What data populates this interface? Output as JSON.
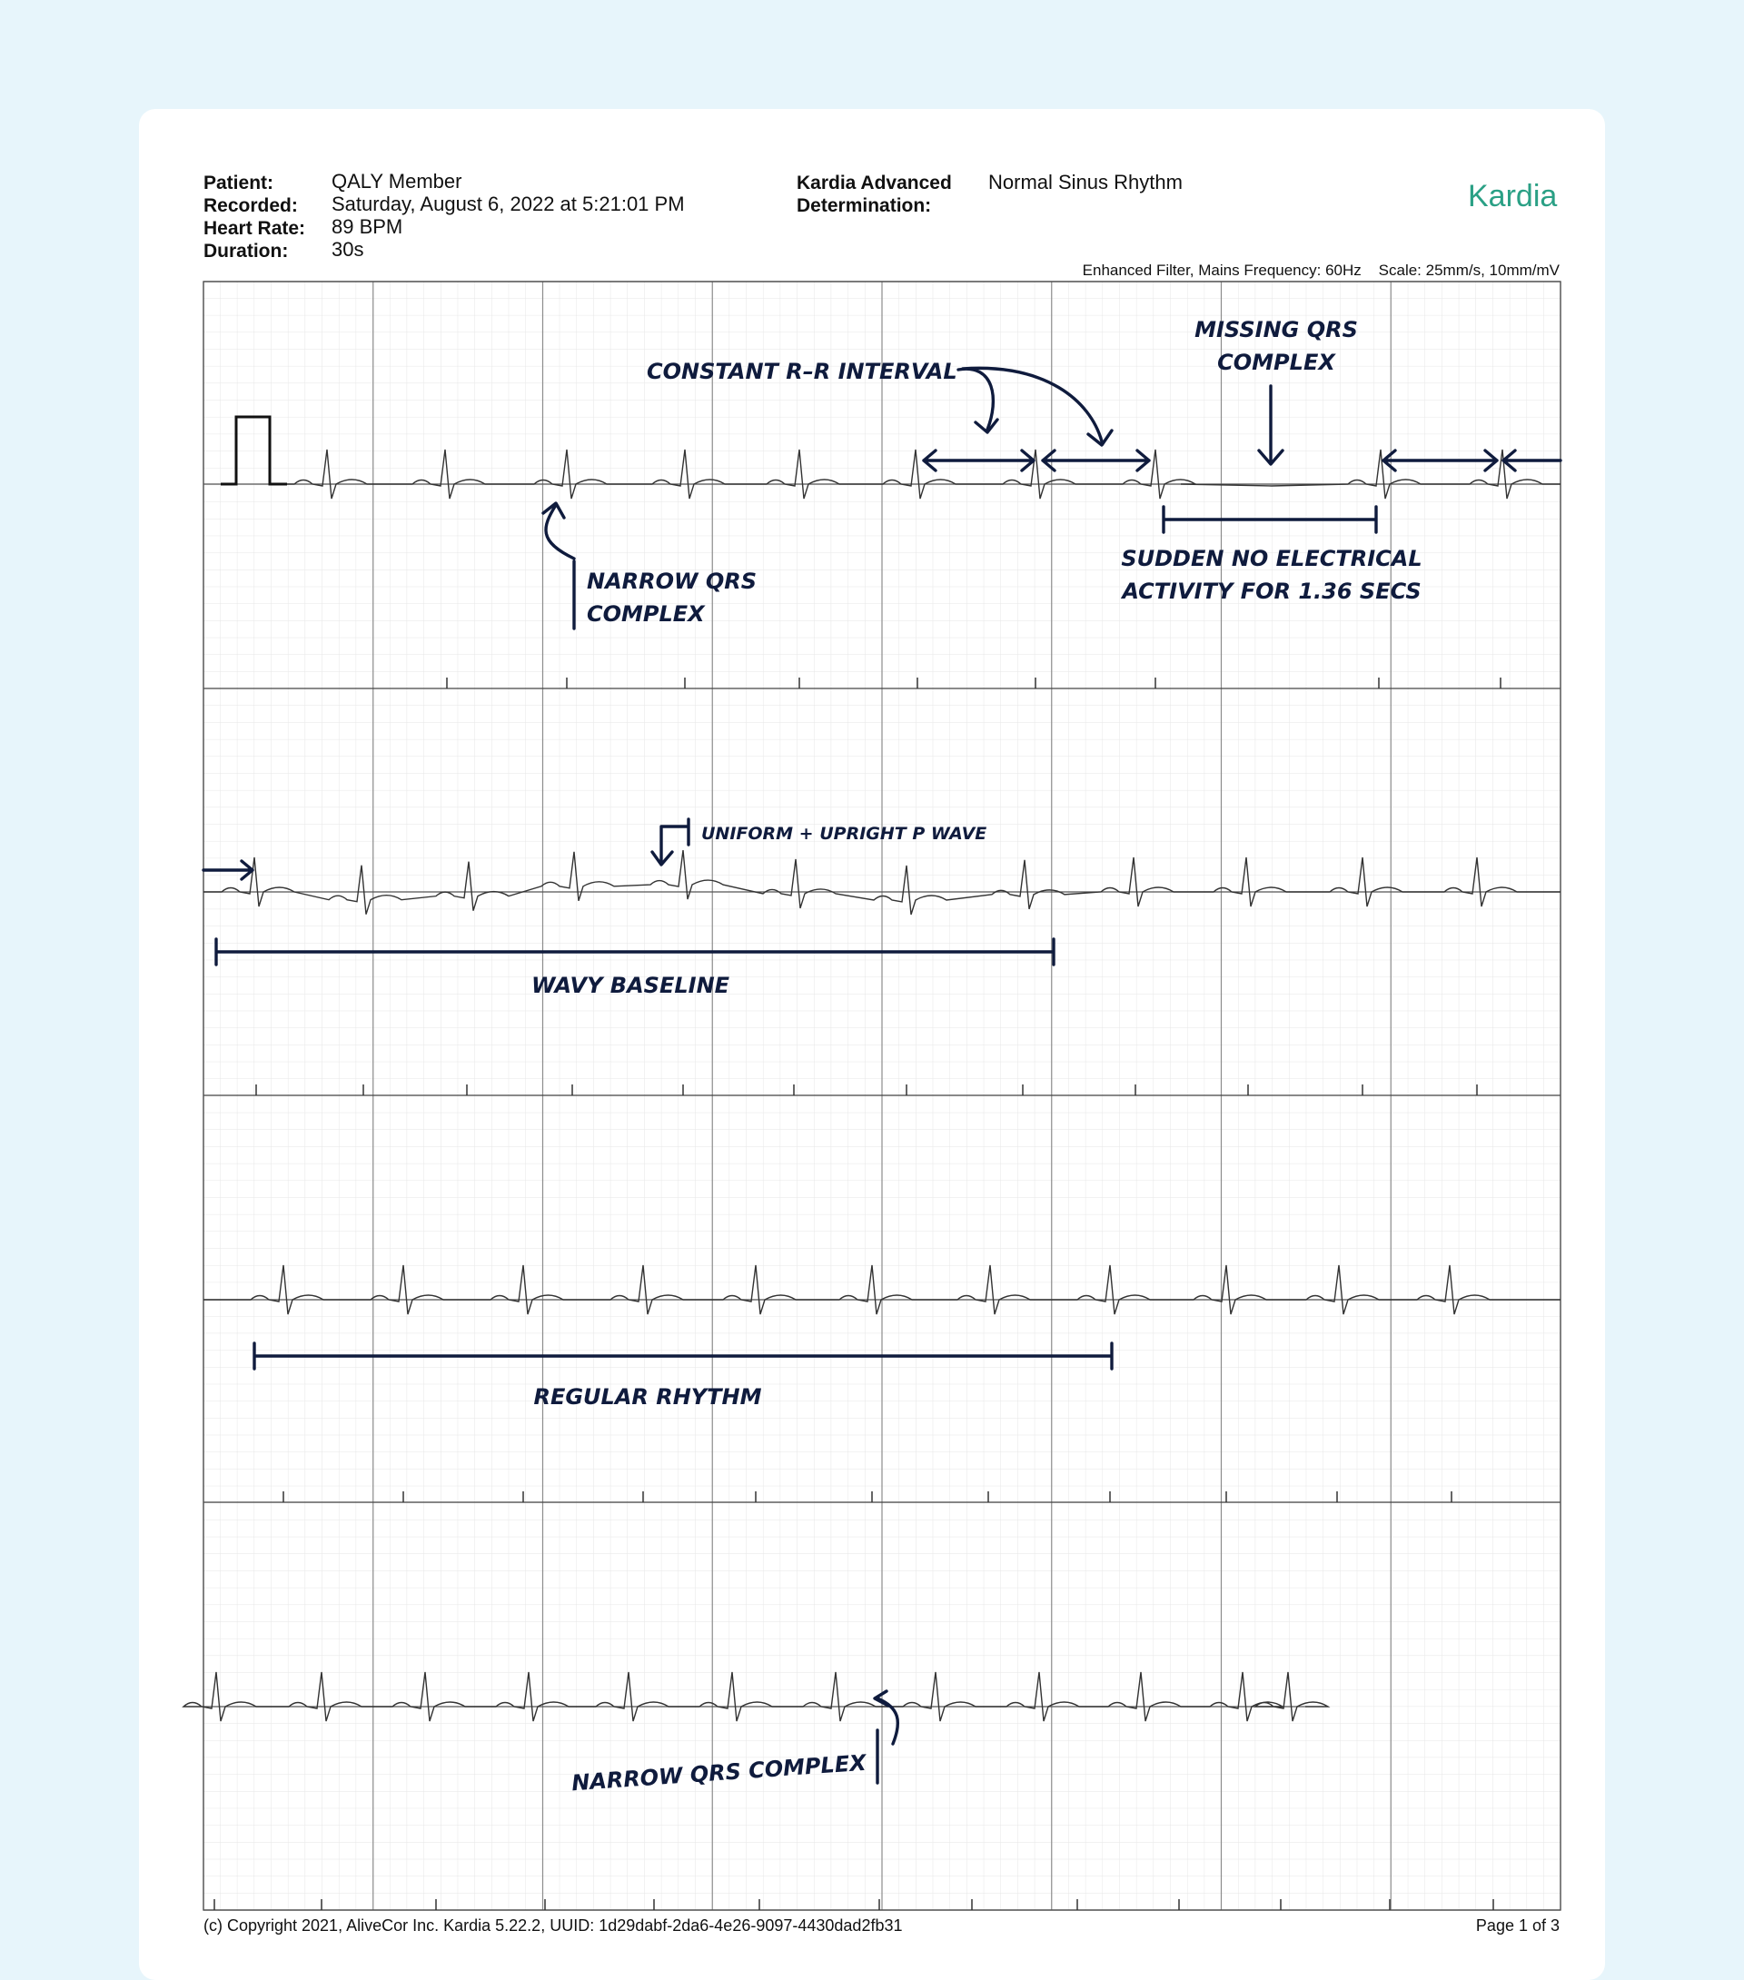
{
  "header": {
    "patient_label": "Patient:",
    "patient_value": "QALY Member",
    "recorded_label": "Recorded:",
    "recorded_value": "Saturday, August 6, 2022 at 5:21:01 PM",
    "heart_rate_label": "Heart Rate:",
    "heart_rate_value": "89 BPM",
    "duration_label": "Duration:",
    "duration_value": "30s",
    "determination_label_1": "Kardia Advanced",
    "determination_label_2": "Determination:",
    "determination_value": "Normal Sinus Rhythm",
    "logo": "Kardia"
  },
  "filter_text": "Enhanced Filter, Mains Frequency: 60Hz    Scale: 25mm/s, 10mm/mV",
  "annotations": {
    "constant_rr": "CONSTANT R–R INTERVAL",
    "missing_qrs_1": "MISSING QRS",
    "missing_qrs_2": "COMPLEX",
    "narrow_qrs_1": "NARROW QRS",
    "narrow_qrs_2": "COMPLEX",
    "sudden_1": "SUDDEN NO ELECTRICAL",
    "sudden_2": "ACTIVITY FOR 1.36 SECS",
    "uniform_p": "UNIFORM + UPRIGHT P WAVE",
    "wavy": "WAVY BASELINE",
    "regular": "REGULAR RHYTHM",
    "narrow_qrs_bottom": "NARROW QRS COMPLEX"
  },
  "footer": {
    "copyright": "(c) Copyright 2021, AliveCor Inc. Kardia 5.22.2, UUID: 1d29dabf-2da6-4e26-9097-4430dad2fb31",
    "page": "Page 1 of 3"
  },
  "colors": {
    "ink": "#0f1b3d",
    "brand": "#2aa085",
    "grid_major": "#999999",
    "grid_minor": "#e3e3e3"
  }
}
